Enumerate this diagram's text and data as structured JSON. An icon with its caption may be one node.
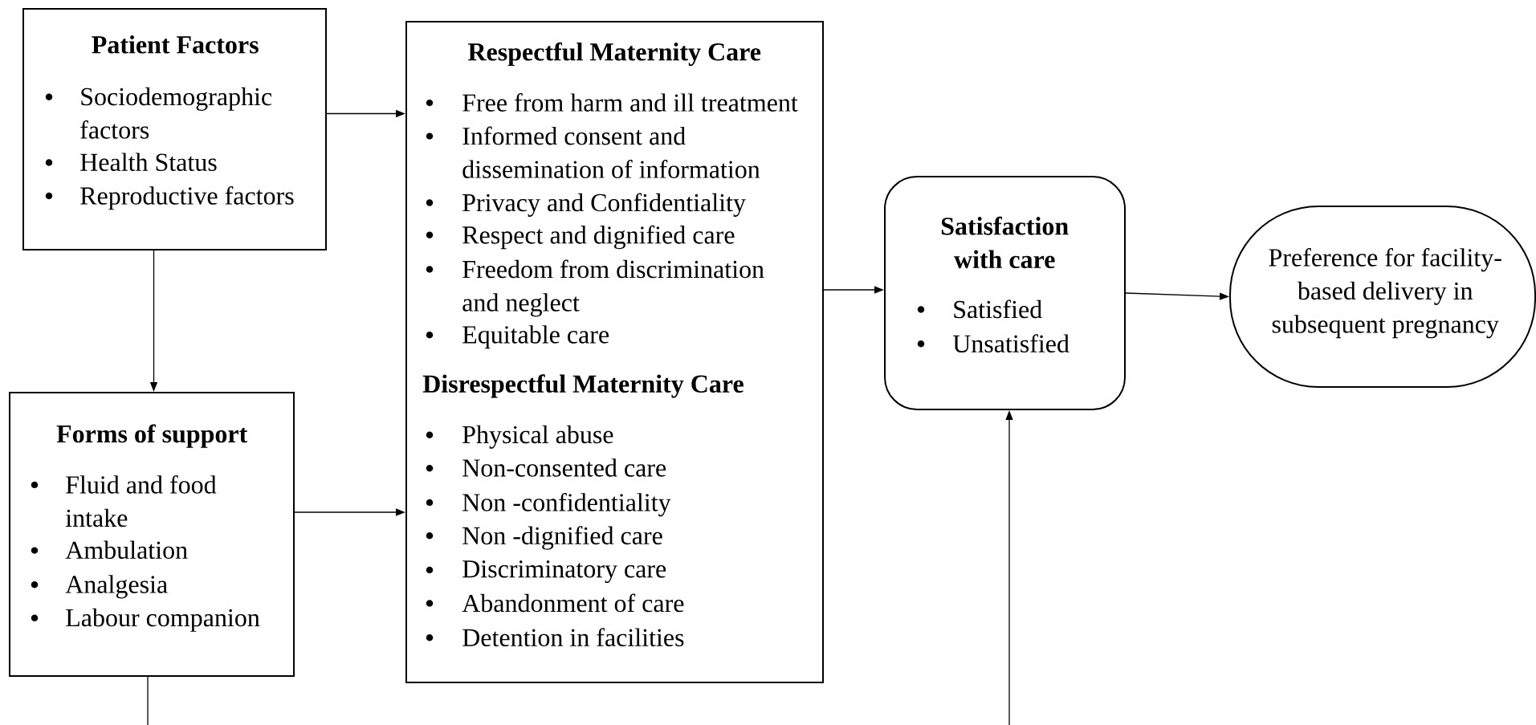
{
  "diagram": {
    "nodes": [
      {
        "text": [
          "Patient Factors",
          "Sociodemographic factors",
          "Health Status",
          "Reproductive factors"
        ]
      },
      {
        "text": [
          "Forms of support",
          "Fluid and food intake",
          "Ambulation",
          "Analgesia",
          "Labour companion"
        ]
      },
      {
        "text": [
          "Respectful Maternity Care",
          "Free from harm and ill treatment",
          "Informed consent and dissemination of information",
          "Privacy and Confidentiality",
          "Respect and dignified care",
          "Freedom from discrimination and neglect",
          "Equitable care",
          "Disrespectful Maternity Care",
          "Physical abuse",
          "Non-consented care",
          "Non -confidentiality",
          "Non -dignified care",
          "Discriminatory care",
          "Abandonment of care",
          "Detention in facilities"
        ]
      },
      {
        "text": [
          "Satisfaction with care",
          "Satisfied",
          "Unsatisfied"
        ]
      },
      {
        "text": [
          "Preference for facility- based delivery in subsequent pregnancy"
        ]
      }
    ],
    "edges": [
      {
        "from": 0,
        "to": 2,
        "arrow": "to"
      },
      {
        "from": 0,
        "to": 1,
        "arrow": "to"
      },
      {
        "from": 1,
        "to": 2,
        "arrow": "to"
      },
      {
        "from": 2,
        "to": 3,
        "arrow": "to"
      },
      {
        "from": 3,
        "to": 4,
        "arrow": "to"
      },
      {
        "from": 1,
        "to": null,
        "arrow": "none"
      },
      {
        "from": null,
        "to": 3,
        "arrow": "to"
      }
    ]
  }
}
